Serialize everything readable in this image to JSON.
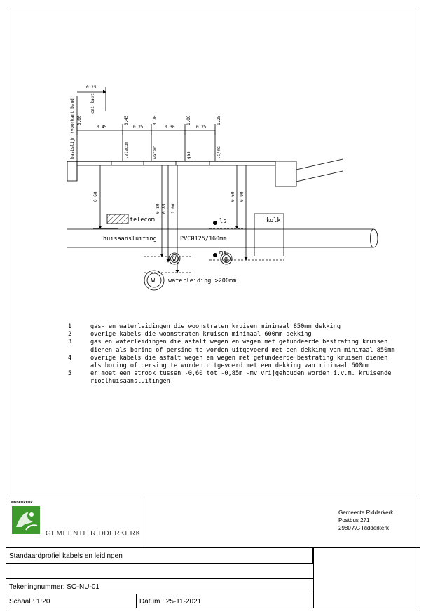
{
  "drawing": {
    "dims_top": {
      "cai_kast_width": "0.25",
      "cai_kast_label": "cai kast"
    },
    "offsets": [
      "0.00",
      "0.45",
      "0.70",
      "1.00",
      "1.25"
    ],
    "spacings": [
      "0.45",
      "0.25",
      "0.30",
      "0.25"
    ],
    "vertical_labels": [
      "basislijn (voorkant band)",
      "telecom",
      "water",
      "gas",
      "ls/ms"
    ],
    "depths": {
      "left_060": "0.60",
      "water_080": "0.80",
      "water_085": "0.85",
      "water_100": "1.00",
      "right_060": "0.60",
      "right_090": "0.90"
    },
    "labels": {
      "telecom": "telecom",
      "ls": "ls",
      "kolk": "kolk",
      "huisaansluiting": "huisaansluiting",
      "pvc": "PVCØ125/160mm",
      "ms": "ms",
      "w_small": "w",
      "g_small": "g",
      "w_big": "W",
      "waterleiding": "waterleiding >200mm"
    }
  },
  "notes": [
    {
      "num": "1",
      "text": "gas- en waterleidingen die woonstraten kruisen minimaal 850mm dekking"
    },
    {
      "num": "2",
      "text": "overige kabels die woonstraten kruisen minimaal 600mm dekking"
    },
    {
      "num": "3",
      "text": "gas en waterleidingen die asfalt wegen en wegen met gefundeerde bestrating kruisen dienen als boring of persing te worden uitgevoerd met een dekking van minimaal 850mm"
    },
    {
      "num": "4",
      "text": "overige kabels die asfalt wegen en wegen met gefundeerde bestrating kruisen dienen als boring of persing te worden uitgevoerd met een dekking van minimaal 600mm"
    },
    {
      "num": "5",
      "text": "er moet een strook tussen -0,60 tot -0,85m -mv vrijgehouden worden i.v.m. kruisende rioolhuisaansluitingen"
    }
  ],
  "title_block": {
    "logo_small": "RIDDERKERK",
    "logo_name": "GEMEENTE RIDDERKERK",
    "address": [
      "Gemeente Ridderkerk",
      "Postbus 271",
      "2980 AG  Ridderkerk"
    ],
    "title": "Standaardprofiel kabels en leidingen",
    "drawing_number": "Tekeningnummer: SO-NU-01",
    "scale": "Schaal : 1:20",
    "date": "Datum : 25-11-2021"
  },
  "colors": {
    "logo_green": "#3f9a2e",
    "line": "#000000"
  }
}
